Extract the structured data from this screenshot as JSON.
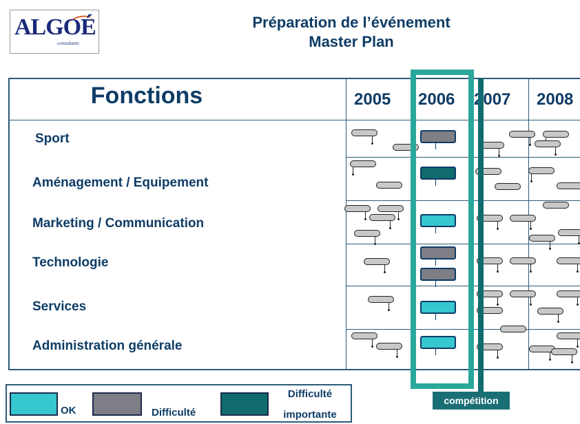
{
  "logo": {
    "name": "ALGOÉ",
    "sub": "consultants"
  },
  "header": {
    "title_line1": "Préparation de l’événement",
    "title_line2": "Master Plan"
  },
  "table": {
    "functions_header": "Fonctions",
    "years": [
      "2005",
      "2006",
      "2007",
      "2008"
    ],
    "rows": [
      "Sport",
      "Aménagement / Equipement",
      "Marketing / Communication",
      "Technologie",
      "Services",
      "Administration générale"
    ]
  },
  "tasks_2006": [
    {
      "row": "Sport",
      "status": "difficulte"
    },
    {
      "row": "Aménagement / Equipement",
      "status": "difficulte_importante"
    },
    {
      "row": "Marketing / Communication",
      "status": "ok"
    },
    {
      "row": "Technologie",
      "status": "difficulte"
    },
    {
      "row": "Technologie",
      "status": "difficulte"
    },
    {
      "row": "Services",
      "status": "ok"
    },
    {
      "row": "Administration générale",
      "status": "ok"
    }
  ],
  "competition_label": "compétition",
  "legend": [
    {
      "label": "OK",
      "color": "#36c7cf"
    },
    {
      "label": "Difficulté",
      "color": "#7e7e86"
    },
    {
      "label_line1": "Difficulté",
      "label_line2": "importante",
      "color": "#0f6b6e"
    }
  ],
  "colors": {
    "title": "#0e3c66",
    "highlight_2006": "#2aa79b",
    "competition": "#0f6b6e",
    "milestone": "#c8c8c8"
  }
}
